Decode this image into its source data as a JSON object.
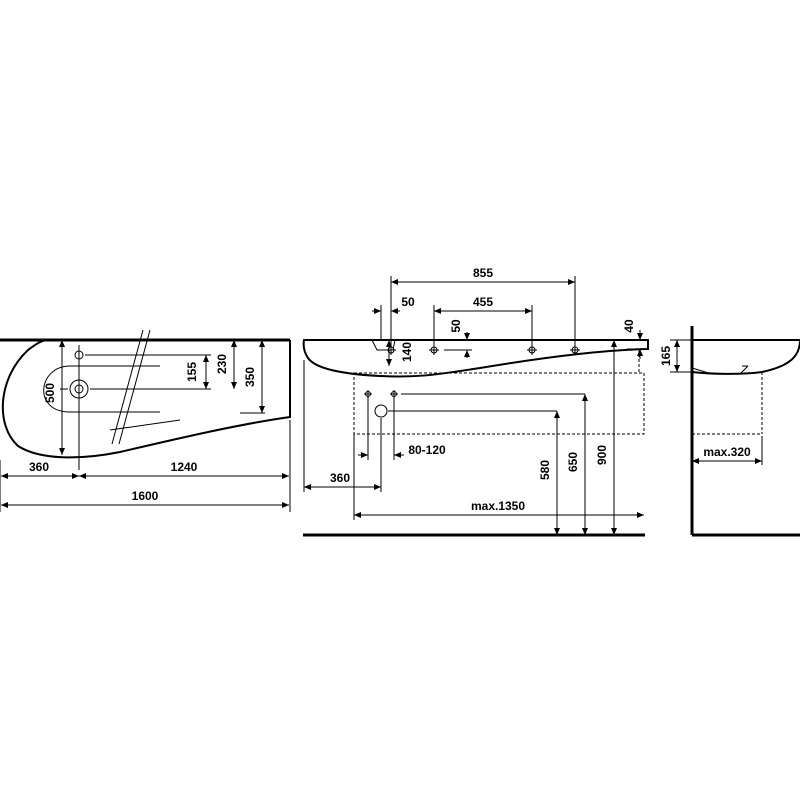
{
  "views": {
    "plan": {
      "dims": {
        "width_hole": "155",
        "width_mid": "230",
        "width_depth": "350",
        "depth_total": "500",
        "left_offset": "360",
        "right_length": "1240",
        "total_length": "1600"
      }
    },
    "front": {
      "dims": {
        "spacing_top": "855",
        "offset_left": "50",
        "spacing_mid": "455",
        "offset_mid": "50",
        "thickness_right": "40",
        "bowl_depth": "140",
        "waste_range": "80-120",
        "left_offset": "360",
        "max_width": "max.1350",
        "height_580": "580",
        "height_650": "650",
        "height_900": "900"
      }
    },
    "side": {
      "dims": {
        "depth_165": "165",
        "max_depth": "max.320"
      }
    }
  }
}
